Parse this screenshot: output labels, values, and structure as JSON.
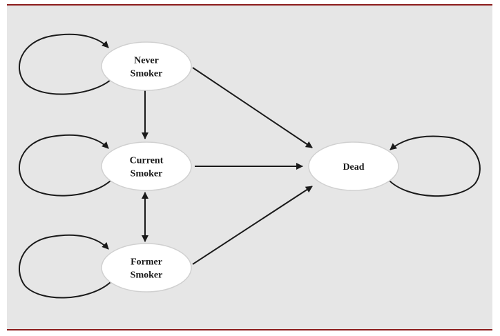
{
  "diagram": {
    "nodes": [
      {
        "id": "never",
        "lines": [
          "Never",
          "Smoker"
        ]
      },
      {
        "id": "current",
        "lines": [
          "Current",
          "Smoker"
        ]
      },
      {
        "id": "former",
        "lines": [
          "Former",
          "Smoker"
        ]
      },
      {
        "id": "dead",
        "lines": [
          "Dead"
        ]
      }
    ],
    "edges": [
      {
        "from": "never",
        "to": "never",
        "type": "self-loop"
      },
      {
        "from": "current",
        "to": "current",
        "type": "self-loop"
      },
      {
        "from": "former",
        "to": "former",
        "type": "self-loop"
      },
      {
        "from": "dead",
        "to": "dead",
        "type": "self-loop"
      },
      {
        "from": "never",
        "to": "current",
        "type": "directed"
      },
      {
        "from": "current",
        "to": "former",
        "type": "bidirectional"
      },
      {
        "from": "never",
        "to": "dead",
        "type": "directed"
      },
      {
        "from": "current",
        "to": "dead",
        "type": "directed"
      },
      {
        "from": "former",
        "to": "dead",
        "type": "directed"
      }
    ],
    "colors": {
      "background": "#e6e6e6",
      "rule": "#8b1a1a",
      "node_fill": "#ffffff",
      "stroke": "#1a1a1a"
    }
  }
}
